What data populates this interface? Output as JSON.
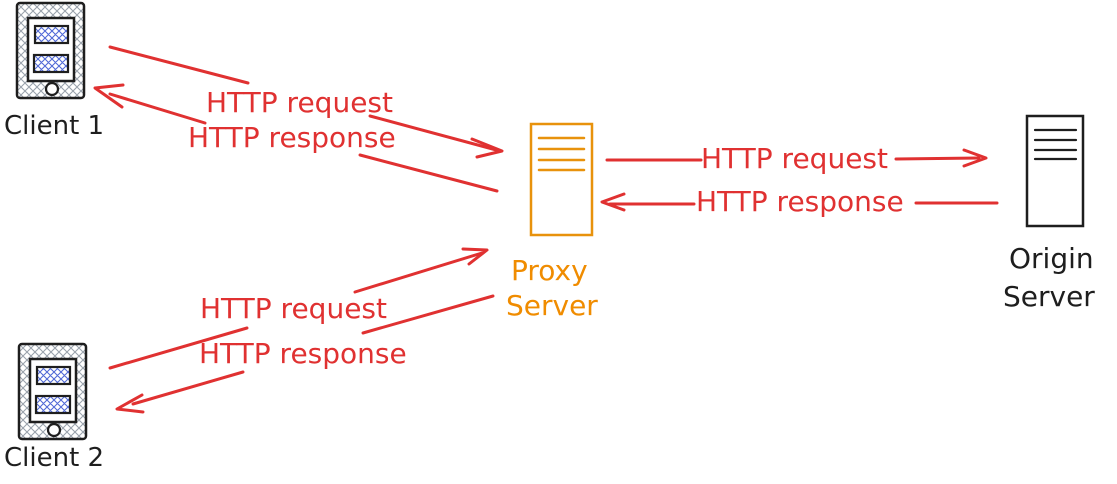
{
  "diagram": {
    "kind": "hand-drawn proxy server network diagram",
    "nodes": {
      "client1": {
        "label": "Client 1",
        "icon": "mobile-device-icon"
      },
      "client2": {
        "label": "Client 2",
        "icon": "mobile-device-icon"
      },
      "proxy": {
        "label_line1": "Proxy",
        "label_line2": "Server",
        "icon": "server-icon",
        "accent": "#f08c00"
      },
      "origin": {
        "label_line1": "Origin",
        "label_line2": "Server",
        "icon": "server-icon",
        "accent": "#1e1e1e"
      }
    },
    "edges": {
      "client1_request": {
        "label": "HTTP request",
        "from": "Client 1",
        "to": "Proxy Server"
      },
      "client1_response": {
        "label": "HTTP response",
        "from": "Proxy Server",
        "to": "Client 1"
      },
      "client2_request": {
        "label": "HTTP request",
        "from": "Client 2",
        "to": "Proxy Server"
      },
      "client2_response": {
        "label": "HTTP response",
        "from": "Proxy Server",
        "to": "Client 2"
      },
      "origin_request": {
        "label": "HTTP request",
        "from": "Proxy Server",
        "to": "Origin Server"
      },
      "origin_response": {
        "label": "HTTP response",
        "from": "Origin Server",
        "to": "Proxy Server"
      }
    },
    "colors": {
      "arrow_red": "#e03131",
      "proxy_orange": "#f08c00",
      "proxy_border": "#e8920c",
      "ink_black": "#1e1e1e",
      "client_hatch_gray": "#9aa2ac",
      "screen_hatch_blue": "#5069d6",
      "proxy_hatch_yellow": "#ffd145",
      "origin_hatch_steel": "#cbd5e0",
      "background": "#ffffff"
    }
  }
}
